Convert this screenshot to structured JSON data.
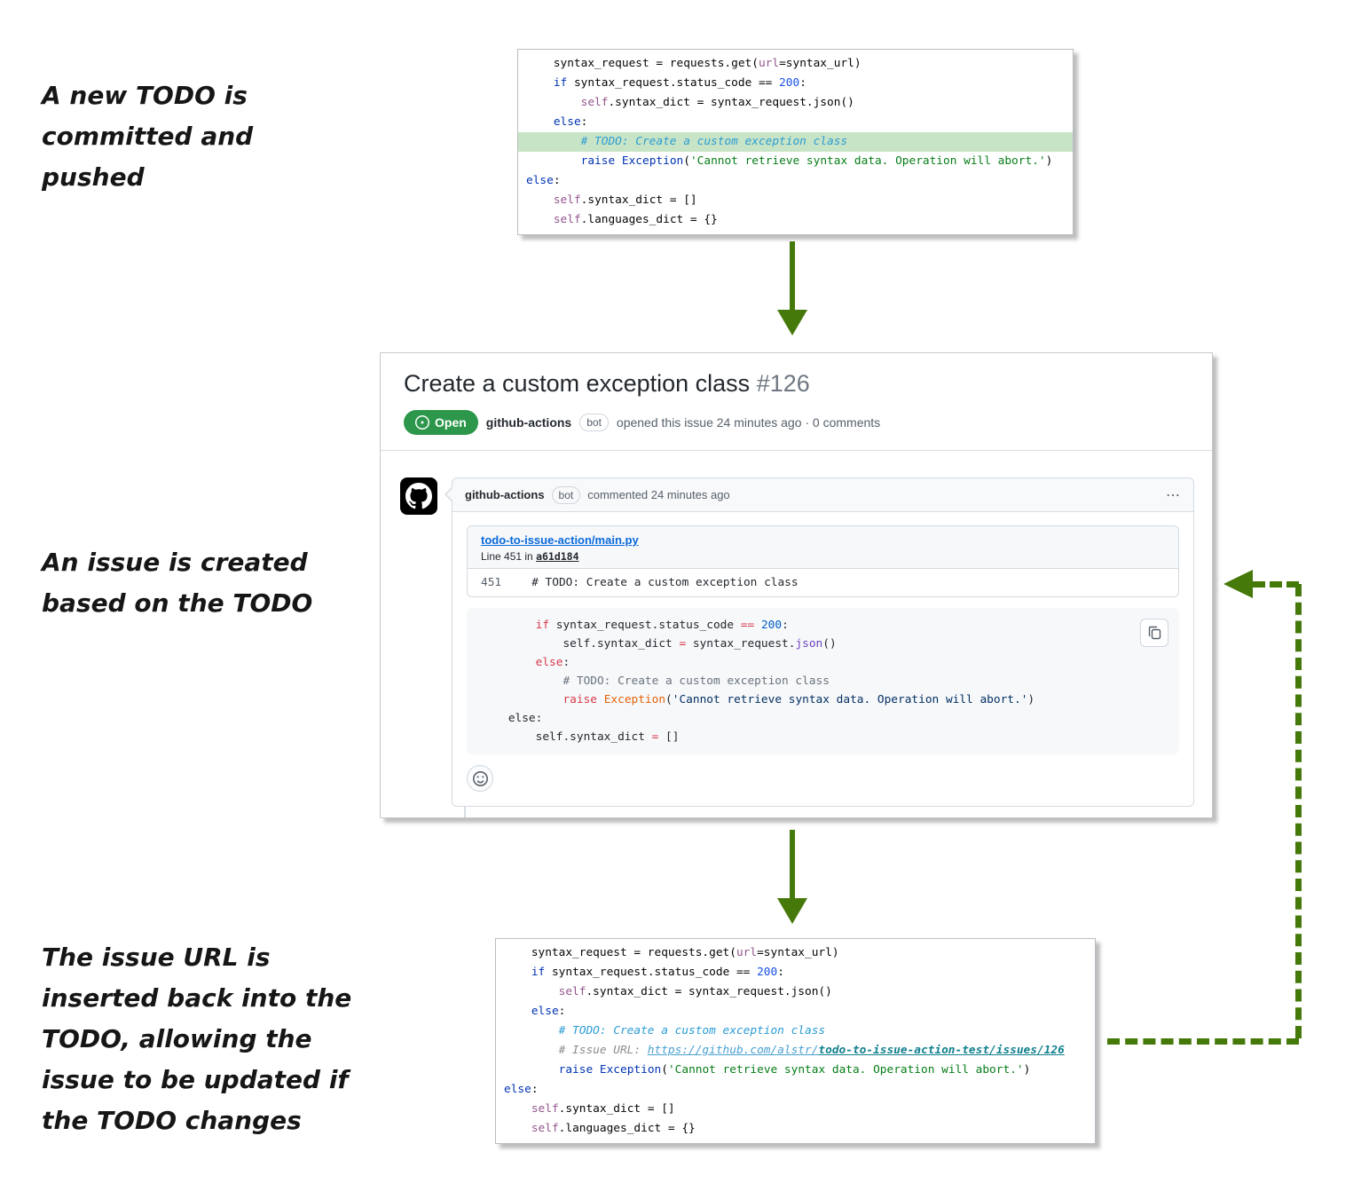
{
  "colors": {
    "arrow_green": "#45790A",
    "todo_highlight_green": "#C8E4C6",
    "open_badge_green": "#2C974B",
    "link_blue": "#0969DA"
  },
  "annotations": {
    "step1": "A new TODO is\ncommitted and\npushed",
    "step2": "An issue is created\nbased on the TODO",
    "step3": "The issue URL is\ninserted back into the\nTODO, allowing the\nissue to be updated if\nthe TODO changes"
  },
  "code_top": {
    "lines": [
      {
        "t": [
          {
            "x": "    syntax_request = requests.get(",
            "c": "p"
          },
          {
            "x": "url",
            "c": "s"
          },
          {
            "x": "=syntax_url)",
            "c": "p"
          }
        ]
      },
      {
        "t": [
          {
            "x": "    ",
            "c": "p"
          },
          {
            "x": "if",
            "c": "k"
          },
          {
            "x": " syntax_request.status_code == ",
            "c": "p"
          },
          {
            "x": "200",
            "c": "n"
          },
          {
            "x": ":",
            "c": "p"
          }
        ]
      },
      {
        "t": [
          {
            "x": "        ",
            "c": "p"
          },
          {
            "x": "self",
            "c": "s"
          },
          {
            "x": ".syntax_dict = syntax_request.json()",
            "c": "p"
          }
        ]
      },
      {
        "t": [
          {
            "x": "    ",
            "c": "p"
          },
          {
            "x": "else",
            "c": "k"
          },
          {
            "x": ":",
            "c": "p"
          }
        ]
      },
      {
        "hl": true,
        "t": [
          {
            "x": "        # TODO: Create a custom exception class",
            "c": "todo"
          }
        ]
      },
      {
        "t": [
          {
            "x": "        ",
            "c": "p"
          },
          {
            "x": "raise",
            "c": "k"
          },
          {
            "x": " ",
            "c": "p"
          },
          {
            "x": "Exception",
            "c": "k2"
          },
          {
            "x": "(",
            "c": "p"
          },
          {
            "x": "'Cannot retrieve syntax data. Operation will abort.'",
            "c": "str"
          },
          {
            "x": ")",
            "c": "p"
          }
        ]
      },
      {
        "t": [
          {
            "x": "else",
            "c": "k"
          },
          {
            "x": ":",
            "c": "p"
          }
        ]
      },
      {
        "t": [
          {
            "x": "    ",
            "c": "p"
          },
          {
            "x": "self",
            "c": "s"
          },
          {
            "x": ".syntax_dict = []",
            "c": "p"
          }
        ]
      },
      {
        "t": [
          {
            "x": "    ",
            "c": "p"
          },
          {
            "x": "self",
            "c": "s"
          },
          {
            "x": ".languages_dict = {}",
            "c": "p"
          }
        ]
      }
    ]
  },
  "issue": {
    "title": "Create a custom exception class",
    "number": "#126",
    "state_label": "Open",
    "author": "github-actions",
    "bot_label": "bot",
    "opened_text": "opened this issue 24 minutes ago · 0 comments",
    "comment": {
      "author": "github-actions",
      "bot_label": "bot",
      "commented_text": "commented 24 minutes ago",
      "kebab": "⋯",
      "file_link": "todo-to-issue-action/main.py",
      "line_info_prefix": "Line 451 in ",
      "commit": "a61d184",
      "ref_line_number": "451",
      "ref_line_code": "# TODO: Create a custom exception class",
      "code_lines": [
        {
          "t": [
            {
              "x": "        ",
              "c": "p"
            },
            {
              "x": "if",
              "c": "gk"
            },
            {
              "x": " syntax_request.status_code ",
              "c": "p"
            },
            {
              "x": "==",
              "c": "gk"
            },
            {
              "x": " ",
              "c": "p"
            },
            {
              "x": "200",
              "c": "gn"
            },
            {
              "x": ":",
              "c": "p"
            }
          ]
        },
        {
          "t": [
            {
              "x": "            self.syntax_dict ",
              "c": "p"
            },
            {
              "x": "=",
              "c": "gk"
            },
            {
              "x": " syntax_request.",
              "c": "p"
            },
            {
              "x": "json",
              "c": "gf"
            },
            {
              "x": "()",
              "c": "p"
            }
          ]
        },
        {
          "t": [
            {
              "x": "        ",
              "c": "p"
            },
            {
              "x": "else",
              "c": "gk"
            },
            {
              "x": ":",
              "c": "p"
            }
          ]
        },
        {
          "t": [
            {
              "x": "            # TODO: Create a custom exception class",
              "c": "gc"
            }
          ]
        },
        {
          "t": [
            {
              "x": "            ",
              "c": "p"
            },
            {
              "x": "raise",
              "c": "gk"
            },
            {
              "x": " ",
              "c": "p"
            },
            {
              "x": "Exception",
              "c": "go"
            },
            {
              "x": "(",
              "c": "p"
            },
            {
              "x": "'Cannot retrieve syntax data. Operation will abort.'",
              "c": "gs"
            },
            {
              "x": ")",
              "c": "p"
            }
          ]
        },
        {
          "t": [
            {
              "x": "    else:",
              "c": "p"
            }
          ]
        },
        {
          "t": [
            {
              "x": "        self.syntax_dict ",
              "c": "p"
            },
            {
              "x": "=",
              "c": "gk"
            },
            {
              "x": " []",
              "c": "p"
            }
          ]
        }
      ]
    }
  },
  "code_bottom": {
    "lines": [
      {
        "t": [
          {
            "x": "    syntax_request = requests.get(",
            "c": "p"
          },
          {
            "x": "url",
            "c": "s"
          },
          {
            "x": "=syntax_url)",
            "c": "p"
          }
        ]
      },
      {
        "t": [
          {
            "x": "    ",
            "c": "p"
          },
          {
            "x": "if",
            "c": "k"
          },
          {
            "x": " syntax_request.status_code == ",
            "c": "p"
          },
          {
            "x": "200",
            "c": "n"
          },
          {
            "x": ":",
            "c": "p"
          }
        ]
      },
      {
        "t": [
          {
            "x": "        ",
            "c": "p"
          },
          {
            "x": "self",
            "c": "s"
          },
          {
            "x": ".syntax_dict = syntax_request.json()",
            "c": "p"
          }
        ]
      },
      {
        "t": [
          {
            "x": "    ",
            "c": "p"
          },
          {
            "x": "else",
            "c": "k"
          },
          {
            "x": ":",
            "c": "p"
          }
        ]
      },
      {
        "t": [
          {
            "x": "        # TODO: Create a custom exception class",
            "c": "todo"
          }
        ]
      },
      {
        "t": [
          {
            "x": "        # Issue URL: ",
            "c": "cmt"
          },
          {
            "x": "https://github.com/alstr/",
            "c": "la",
            "i": true,
            "name": "issue-url-link"
          },
          {
            "x": "todo-to-issue-action-test/issues/126",
            "c": "lb",
            "i": true,
            "name": "issue-url-link"
          }
        ]
      },
      {
        "t": [
          {
            "x": "        ",
            "c": "p"
          },
          {
            "x": "raise",
            "c": "k"
          },
          {
            "x": " ",
            "c": "p"
          },
          {
            "x": "Exception",
            "c": "k2"
          },
          {
            "x": "(",
            "c": "p"
          },
          {
            "x": "'Cannot retrieve syntax data. Operation will abort.'",
            "c": "str"
          },
          {
            "x": ")",
            "c": "p"
          }
        ]
      },
      {
        "t": [
          {
            "x": "else",
            "c": "k"
          },
          {
            "x": ":",
            "c": "p"
          }
        ]
      },
      {
        "t": [
          {
            "x": "    ",
            "c": "p"
          },
          {
            "x": "self",
            "c": "s"
          },
          {
            "x": ".syntax_dict = []",
            "c": "p"
          }
        ]
      },
      {
        "t": [
          {
            "x": "    ",
            "c": "p"
          },
          {
            "x": "self",
            "c": "s"
          },
          {
            "x": ".languages_dict = {}",
            "c": "p"
          }
        ]
      }
    ]
  }
}
